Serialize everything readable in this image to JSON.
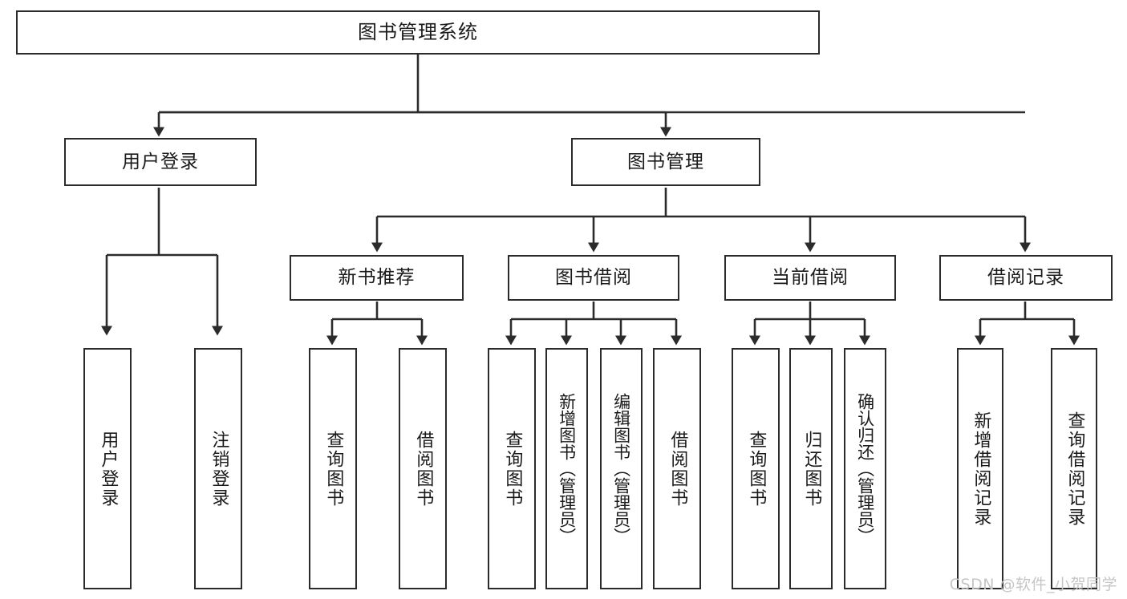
{
  "diagram": {
    "title": "图书管理系统",
    "type": "tree",
    "root": {
      "id": "root",
      "label": "图书管理系统"
    },
    "level1": [
      {
        "id": "user-login",
        "label": "用户登录"
      },
      {
        "id": "book-management",
        "label": "图书管理"
      }
    ],
    "level2": [
      {
        "id": "new-book-recommend",
        "label": "新书推荐",
        "parent": "book-management"
      },
      {
        "id": "book-borrow",
        "label": "图书借阅",
        "parent": "book-management"
      },
      {
        "id": "current-borrow",
        "label": "当前借阅",
        "parent": "book-management"
      },
      {
        "id": "borrow-record",
        "label": "借阅记录",
        "parent": "book-management"
      }
    ],
    "leaves": {
      "user_login": [
        {
          "id": "leaf-user-login",
          "label": "用户登录"
        },
        {
          "id": "leaf-logout",
          "label": "注销登录"
        }
      ],
      "new_book_recommend": [
        {
          "id": "leaf-query-book-1",
          "label": "查询图书"
        },
        {
          "id": "leaf-borrow-book-1",
          "label": "借阅图书"
        }
      ],
      "book_borrow": [
        {
          "id": "leaf-query-book-2",
          "label": "查询图书"
        },
        {
          "id": "leaf-add-book",
          "label": "新增图书（管理员）"
        },
        {
          "id": "leaf-edit-book",
          "label": "编辑图书（管理员）"
        },
        {
          "id": "leaf-borrow-book-2",
          "label": "借阅图书"
        }
      ],
      "current_borrow": [
        {
          "id": "leaf-query-book-3",
          "label": "查询图书"
        },
        {
          "id": "leaf-return-book",
          "label": "归还图书"
        },
        {
          "id": "leaf-confirm-return",
          "label": "确认归还（管理员）"
        }
      ],
      "borrow_record": [
        {
          "id": "leaf-add-record",
          "label": "新增借阅记录"
        },
        {
          "id": "leaf-query-record",
          "label": "查询借阅记录"
        }
      ]
    }
  },
  "watermark": {
    "text": "CSDN @软件_小贺同学"
  },
  "colors": {
    "border": "#2b2b2b",
    "text": "#1a1a1a",
    "background": "#ffffff",
    "watermark": "#c6c6c6"
  }
}
